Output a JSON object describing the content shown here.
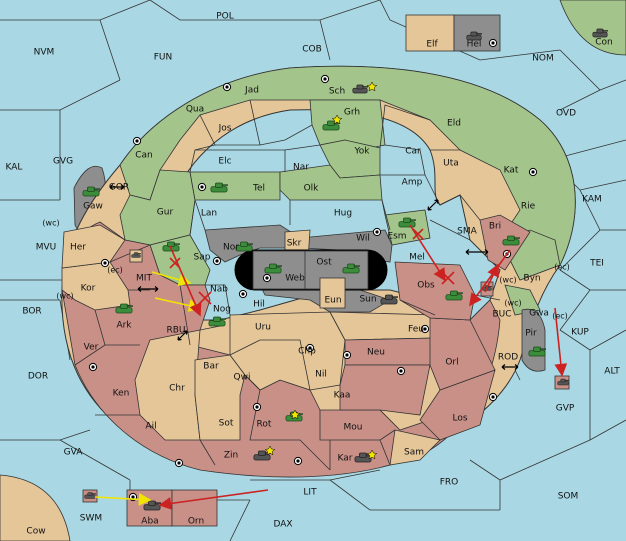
{
  "colors": {
    "sea": "#a9d8e4",
    "neutral": "#e5c699",
    "green": "#a3c48a",
    "red": "#c99088",
    "gray": "#8e8e8e",
    "border": "#333333",
    "unit_green": "#3b8c3b",
    "unit_gray": "#555555",
    "move_yellow": "#f0e400",
    "move_red": "#cc2222"
  },
  "sea_labels": {
    "pol": "POL",
    "nvm": "NVM",
    "fun": "FUN",
    "cob": "COB",
    "nom": "NOM",
    "ovd": "OVD",
    "kal": "KAL",
    "gvg": "GVG",
    "gor": "GOR",
    "mvu": "MVU",
    "mit": "MIT",
    "bor": "BOR",
    "rbu": "RBU",
    "dor": "DOR",
    "gva": "GVA",
    "lit": "LIT",
    "dax": "DAX",
    "fro": "FRO",
    "som": "SOM",
    "alt": "ALT",
    "kup": "KUP",
    "tei": "TEI",
    "kam": "KAM",
    "sma": "SMA",
    "buc": "BUC",
    "rod": "ROD",
    "gvp": "GVP",
    "swm": "SWM",
    "con": "Con",
    "cow": "Cow"
  },
  "land_labels": {
    "elf": "Elf",
    "hel": "Hel",
    "jad": "Jad",
    "sch": "Sch",
    "grh": "Grh",
    "qua": "Qua",
    "jos": "Jos",
    "eld": "Eld",
    "can": "Can",
    "elc": "Elc",
    "nar": "Nar",
    "yok": "Yok",
    "car": "Car",
    "uta": "Uta",
    "tel": "Tel",
    "olk": "Olk",
    "amp": "Amp",
    "kat": "Kat",
    "gaw": "Gaw",
    "gur": "Gur",
    "lan": "Lan",
    "hug": "Hug",
    "rie": "Rie",
    "esm": "Esm",
    "bri": "Bri",
    "her": "Her",
    "nor": "Nor",
    "skr": "Skr",
    "wil": "Wil",
    "sap": "Sap",
    "ost": "Ost",
    "web": "Web",
    "mel": "Mel",
    "byn": "Byn",
    "kor": "Kor",
    "nab": "Nab",
    "obs": "Obs",
    "sun": "Sun",
    "eun": "Eun",
    "ark": "Ark",
    "nog": "Nog",
    "hil": "Hil",
    "gwa": "Gwa",
    "uru": "Uru",
    "feu": "Feu",
    "pir": "Pir",
    "ver": "Ver",
    "chp": "Chp",
    "neu": "Neu",
    "orl": "Orl",
    "bar": "Bar",
    "qwi": "Qwi",
    "nil": "Nil",
    "ken": "Ken",
    "chr": "Chr",
    "kaa": "Kaa",
    "los": "Los",
    "ail": "Ail",
    "sot": "Sot",
    "rot": "Rot",
    "mou": "Mou",
    "zin": "Zin",
    "kar": "Kar",
    "sam": "Sam",
    "aba": "Aba",
    "orn": "Orn"
  },
  "coast_labels": {
    "wc": "(wc)",
    "ec": "(ec)"
  }
}
